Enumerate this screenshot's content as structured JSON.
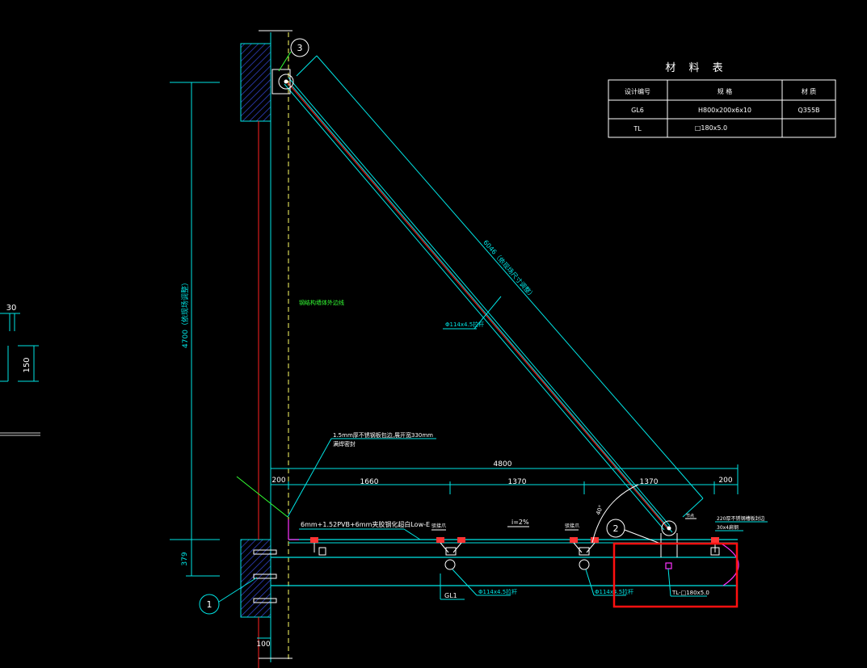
{
  "table": {
    "title": "材 料 表",
    "headers": [
      "设计编号",
      "规 格",
      "材 质"
    ],
    "rows": [
      [
        "GL6",
        "H800x200x6x10",
        "Q355B"
      ],
      [
        "TL",
        "□180x5.0",
        ""
      ]
    ]
  },
  "callouts": {
    "c1": "1",
    "c2": "2",
    "c3": "3"
  },
  "dims": {
    "total": "4800",
    "d200a": "200",
    "d1660": "1660",
    "d1370a": "1370",
    "d1370b": "1370",
    "d200b": "200",
    "height": "4700（依现场调整）",
    "d379": "379",
    "d100": "100",
    "d30": "30",
    "d150": "150",
    "diag": "6046（依现场尺寸调整）"
  },
  "annotations": {
    "wall_note": "钢结构墙体外边线",
    "steel_note_line1": "1.5mm厚不锈钢板包边,展开宽330mm",
    "steel_note_line2": "满焊密封",
    "glass": "6mm+1.52PVB+6mm夹胶钢化超白Low-E",
    "slope": "i=2%",
    "clamp_a": "驳接爪",
    "clamp_b": "驳接爪",
    "rod_diag": "Φ114x4.5拉杆",
    "rod_a": "Φ114x4.5拉杆",
    "rod_b": "Φ114x4.5拉杆",
    "gl1": "GL1",
    "tl_label": "TL-□180x5.0",
    "right_note1": "220厚不锈钢槽板封边",
    "right_note2": "30x4扁钢",
    "angle": "40°"
  }
}
